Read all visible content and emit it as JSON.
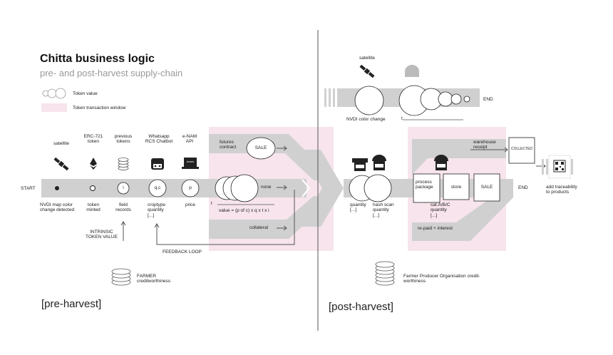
{
  "title": "Chitta business logic",
  "subtitle": "pre- and post-harvest supply-chain",
  "legend": {
    "token_value": "Token value",
    "token_window": "Token transaction window"
  },
  "pre": {
    "start": "START",
    "icons": {
      "satellite": "satellite",
      "erc": "ERC-721\ntoken",
      "previous": "previous\ntokens",
      "whatsapp": "Whatsapp\nRCS Chatbot",
      "enam": "e-NAM\nAPI"
    },
    "nodes": {
      "field": "i",
      "qc": "q,c",
      "price": "p",
      "enam_badge": "enam"
    },
    "below": {
      "ndvi": "NVDI map color\nchange detected",
      "minted": "token\nminted",
      "records": "field\nrecords",
      "croptype": "croptype\nquantity\n[...]",
      "price": "price",
      "t": "t"
    },
    "formula": "value = (p of c) x q x t x i",
    "intrinsic": "INTRINSIC\nTOKEN VALUE",
    "feedback": "FEEDBACK LOOP",
    "futures": "futures\ncontract",
    "sale": "SALE",
    "none": "none",
    "collateral": "collateral",
    "farmer": "FARMER\ncreditworthiness",
    "section": "[pre-harvest]"
  },
  "post": {
    "satellite": "satellite",
    "ndvi": "NVDI color change",
    "t": "t",
    "end_top": "END",
    "warehouse": "warehouse\nreceipt",
    "collected": "COLLECTED",
    "quantity": "quantity\n[...]",
    "hashscan": "hash scan\nquantity\n[...]",
    "process": "process\npackage",
    "store": "store",
    "sale": "SALE",
    "end": "END",
    "cat": "cat.A/B/C\nquantity\n[...]",
    "repaid": "re-paid + interest",
    "traceability": "add traceability\nto products",
    "fpo": "Farmer Producer Organisation credit-\nworthiness",
    "section": "[post-harvest]"
  }
}
